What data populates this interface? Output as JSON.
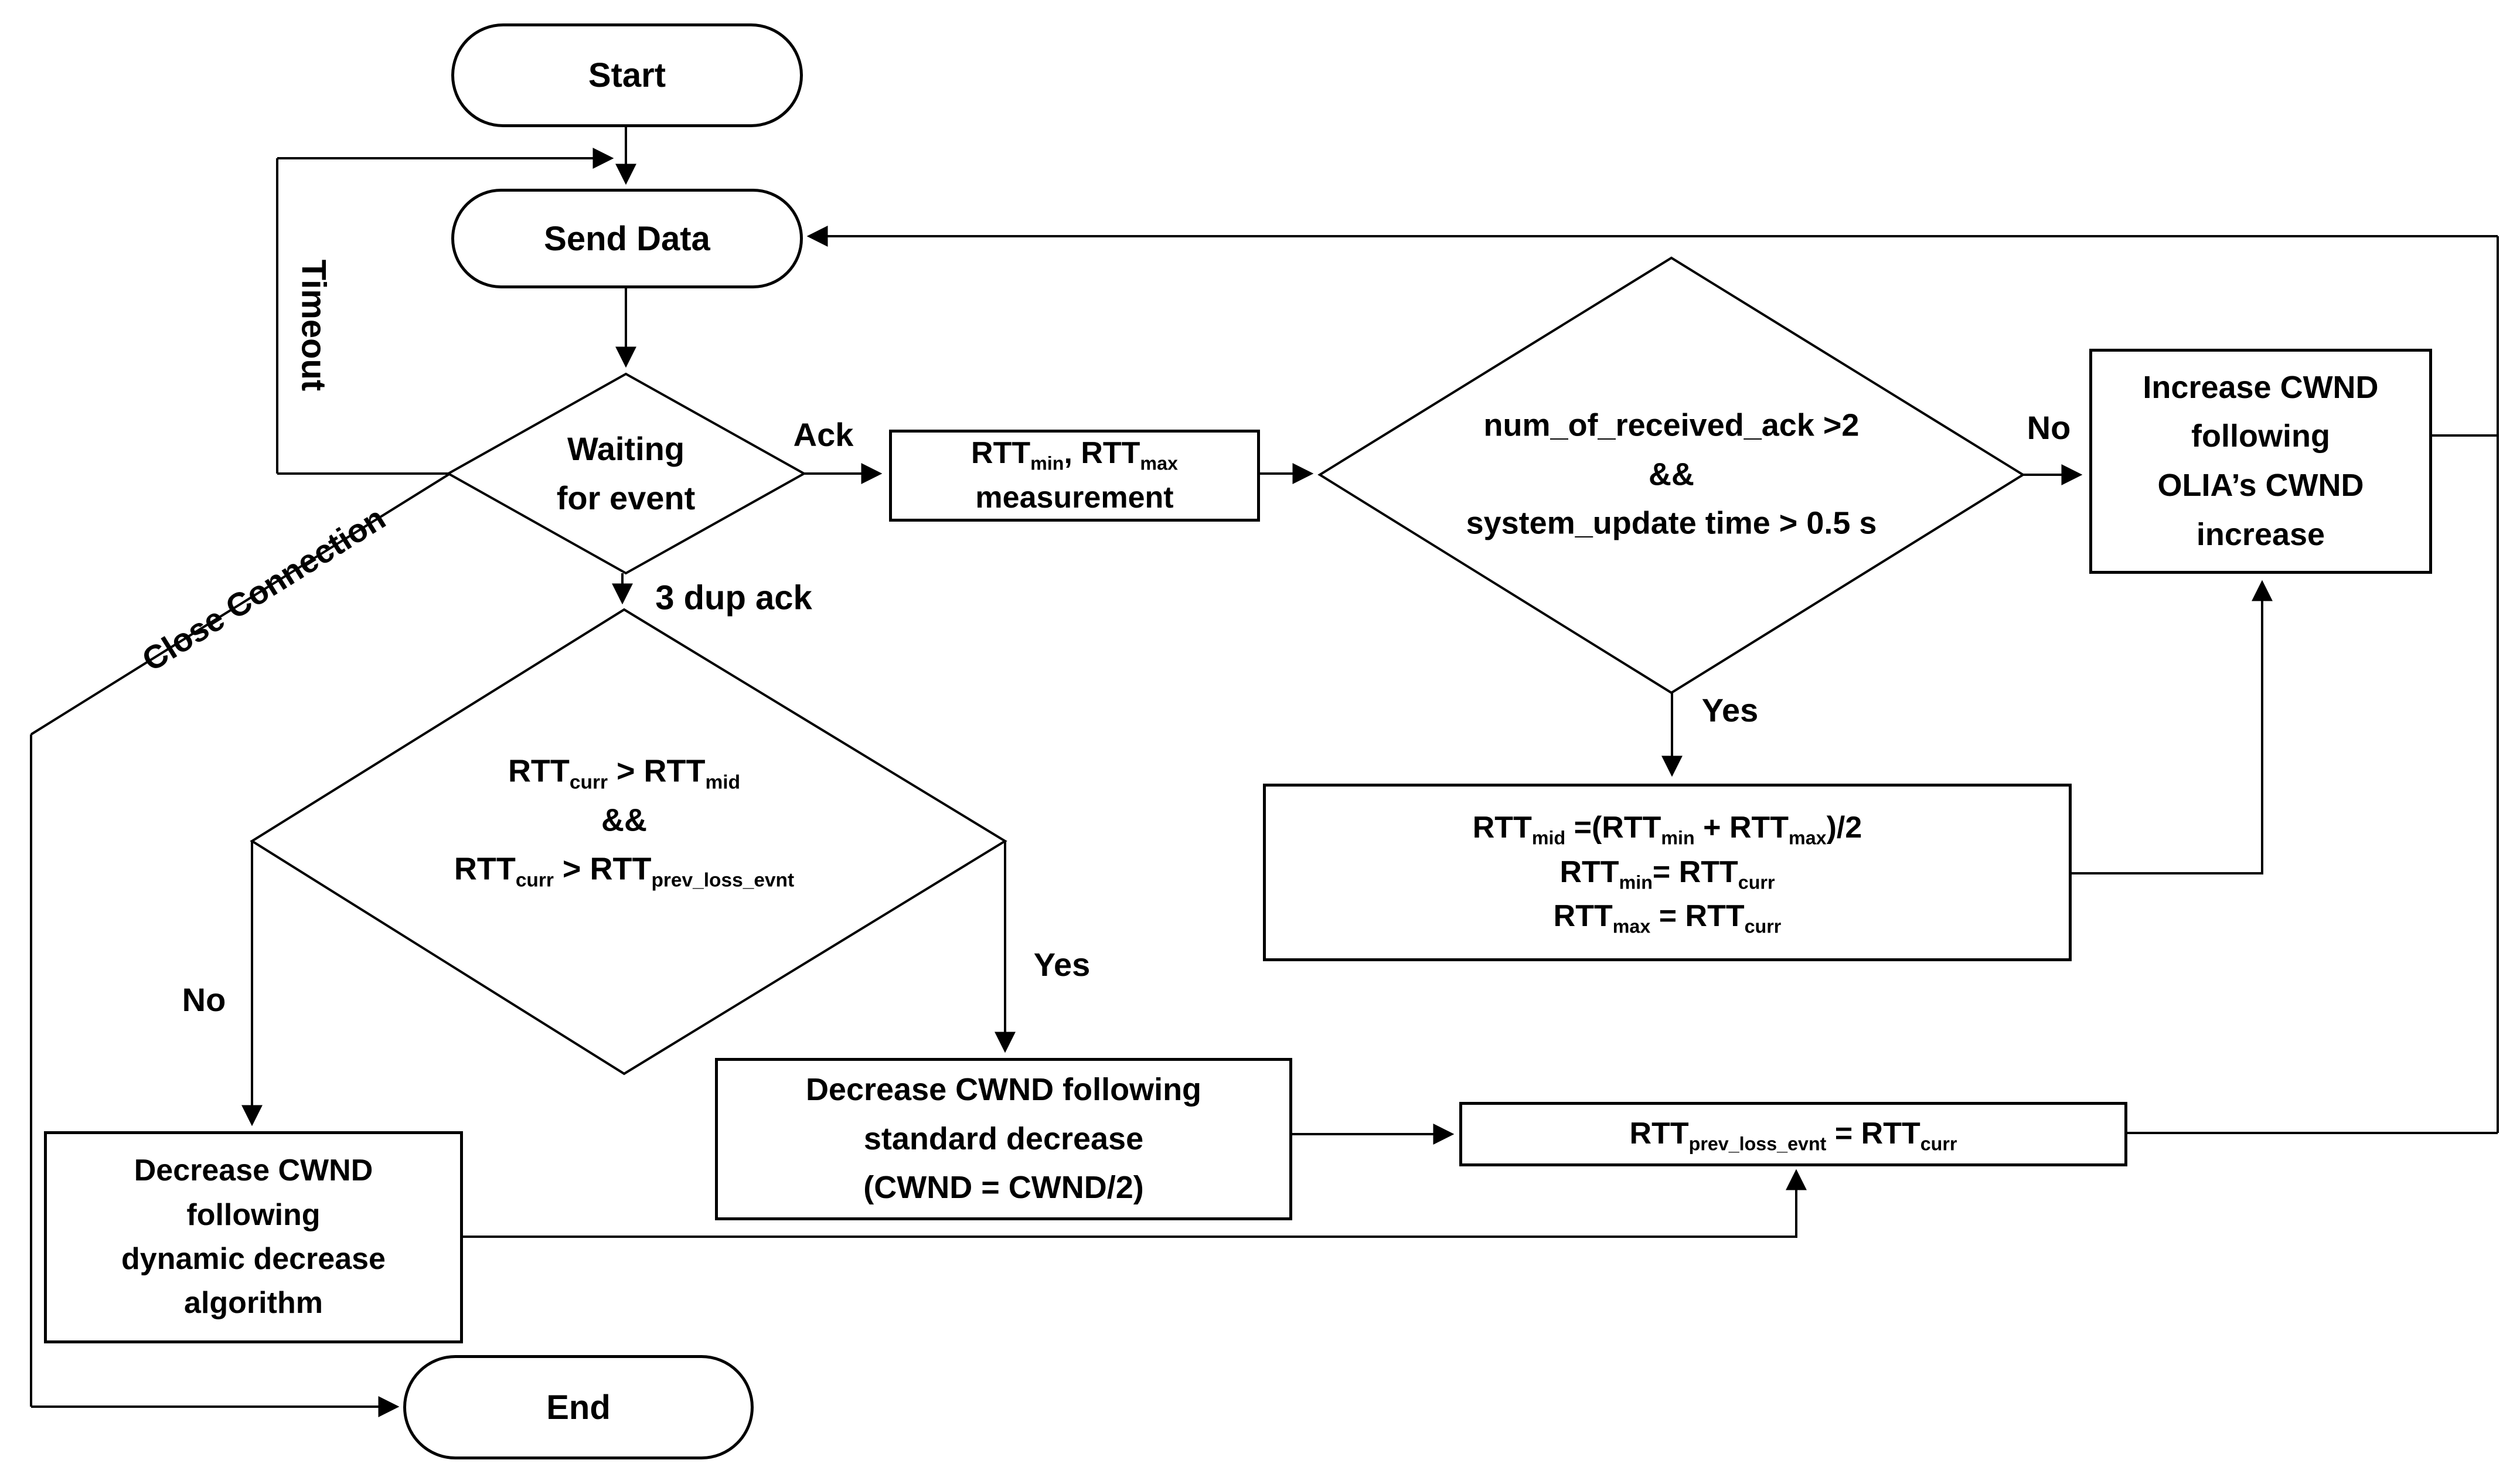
{
  "colors": {
    "line": "#000000",
    "background": "#ffffff",
    "text": "#000000"
  },
  "nodes": {
    "start": {
      "label": "Start"
    },
    "send_data": {
      "label": "Send Data"
    },
    "end": {
      "label": "End"
    },
    "waiting": {
      "lines": [
        "Waiting",
        "for event"
      ]
    },
    "ack_check": {
      "lines": [
        "num_of_received_ack >2",
        "&&",
        "system_update time > 0.5 s"
      ]
    },
    "increase": {
      "lines": [
        "Increase CWND",
        "following",
        "OLIA’s CWND",
        "increase"
      ]
    },
    "decrease_std": {
      "lines": [
        "Decrease CWND following",
        "standard decrease",
        "(CWND = CWND/2)"
      ]
    },
    "decrease_dyn": {
      "lines": [
        "Decrease CWND",
        "following",
        "dynamic decrease",
        "algorithm"
      ]
    },
    "rtt_measure": {
      "lines": [
        [
          {
            "t": "RTT"
          },
          {
            "t": "min",
            "sub": true
          },
          {
            "t": ", RTT"
          },
          {
            "t": "max",
            "sub": true
          }
        ],
        [
          {
            "t": "measurement"
          }
        ]
      ]
    },
    "rtt_mid": {
      "lines": [
        [
          {
            "t": "RTT"
          },
          {
            "t": "mid",
            "sub": true
          },
          {
            "t": " =(RTT"
          },
          {
            "t": "min",
            "sub": true
          },
          {
            "t": " + RTT"
          },
          {
            "t": "max",
            "sub": true
          },
          {
            "t": ")/2"
          }
        ],
        [
          {
            "t": "RTT"
          },
          {
            "t": "min",
            "sub": true
          },
          {
            "t": "= RTT"
          },
          {
            "t": "curr",
            "sub": true
          }
        ],
        [
          {
            "t": "RTT"
          },
          {
            "t": "max",
            "sub": true
          },
          {
            "t": " = RTT"
          },
          {
            "t": "curr",
            "sub": true
          }
        ]
      ]
    },
    "rtt_check": {
      "lines": [
        [
          {
            "t": "RTT"
          },
          {
            "t": "curr",
            "sub": true
          },
          {
            "t": " > RTT"
          },
          {
            "t": "mid",
            "sub": true
          }
        ],
        [
          {
            "t": "&&"
          }
        ],
        [
          {
            "t": "RTT"
          },
          {
            "t": "curr",
            "sub": true
          },
          {
            "t": " > RTT"
          },
          {
            "t": "prev_loss_evnt",
            "sub": true
          }
        ]
      ]
    },
    "rtt_prev": {
      "lines": [
        [
          {
            "t": "RTT"
          },
          {
            "t": "prev_loss_evnt",
            "sub": true
          },
          {
            "t": " = RTT"
          },
          {
            "t": "curr",
            "sub": true
          }
        ]
      ]
    }
  },
  "edge_labels": {
    "timeout": "Timeout",
    "close_connection": "Close Connection",
    "ack": "Ack",
    "no_top": "No",
    "yes_top": "Yes",
    "three_dup_ack": "3 dup ack",
    "no_bottom": "No",
    "yes_bottom": "Yes"
  }
}
